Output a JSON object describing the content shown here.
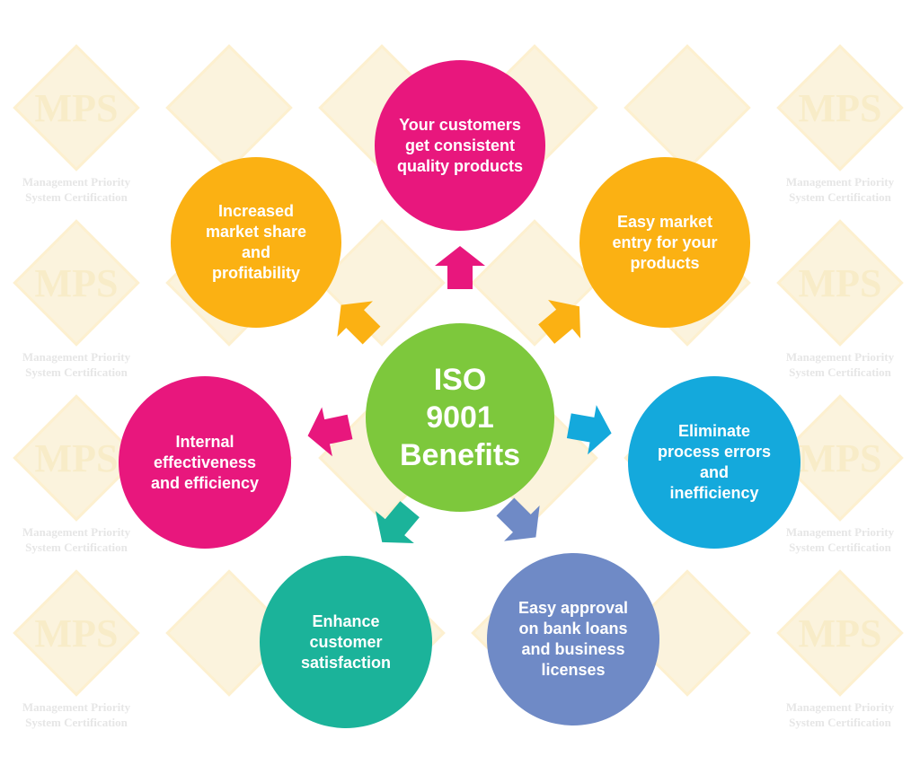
{
  "watermark": {
    "logo": "MPS",
    "line1": "Management Priority",
    "line2": "System Certification"
  },
  "center": {
    "title": "ISO 9001 Benefits",
    "color": "#7dc83c"
  },
  "benefits": [
    {
      "label": "Your customers get consistent quality products",
      "color": "#e8177d"
    },
    {
      "label": "Easy market entry for your products",
      "color": "#fbb113"
    },
    {
      "label": "Eliminate process errors and inefficiency",
      "color": "#14a9dc"
    },
    {
      "label": "Easy approval on bank loans and business licenses",
      "color": "#6f8ac6"
    },
    {
      "label": "Enhance customer satisfaction",
      "color": "#1bb39a"
    },
    {
      "label": "Internal effectiveness and efficiency",
      "color": "#e8177d"
    },
    {
      "label": "Increased market share and profitability",
      "color": "#fbb113"
    }
  ]
}
